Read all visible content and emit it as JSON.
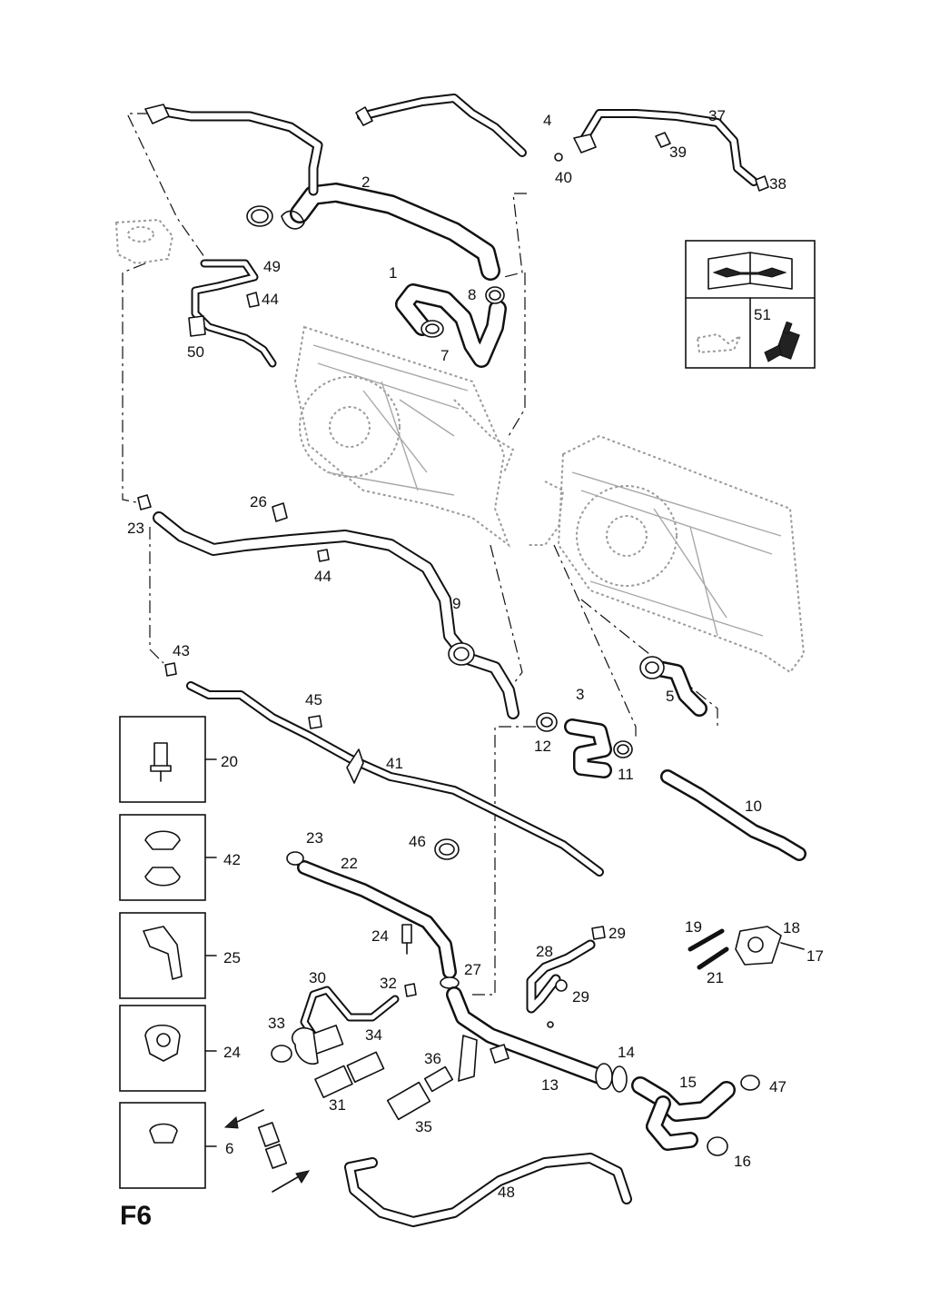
{
  "diagram": {
    "page_code": "F6",
    "labels": [
      {
        "id": "lbl-1",
        "text": "1"
      },
      {
        "id": "lbl-2",
        "text": "2"
      },
      {
        "id": "lbl-3",
        "text": "3"
      },
      {
        "id": "lbl-4",
        "text": "4"
      },
      {
        "id": "lbl-5",
        "text": "5"
      },
      {
        "id": "lbl-6",
        "text": "6"
      },
      {
        "id": "lbl-7",
        "text": "7"
      },
      {
        "id": "lbl-8",
        "text": "8"
      },
      {
        "id": "lbl-9",
        "text": "9"
      },
      {
        "id": "lbl-10",
        "text": "10"
      },
      {
        "id": "lbl-11",
        "text": "11"
      },
      {
        "id": "lbl-12",
        "text": "12"
      },
      {
        "id": "lbl-13",
        "text": "13"
      },
      {
        "id": "lbl-14",
        "text": "14"
      },
      {
        "id": "lbl-15",
        "text": "15"
      },
      {
        "id": "lbl-16",
        "text": "16"
      },
      {
        "id": "lbl-17",
        "text": "17"
      },
      {
        "id": "lbl-18",
        "text": "18"
      },
      {
        "id": "lbl-19",
        "text": "19"
      },
      {
        "id": "lbl-20",
        "text": "20"
      },
      {
        "id": "lbl-21",
        "text": "21"
      },
      {
        "id": "lbl-22",
        "text": "22"
      },
      {
        "id": "lbl-23a",
        "text": "23"
      },
      {
        "id": "lbl-23b",
        "text": "23"
      },
      {
        "id": "lbl-24a",
        "text": "24"
      },
      {
        "id": "lbl-24b",
        "text": "24"
      },
      {
        "id": "lbl-25",
        "text": "25"
      },
      {
        "id": "lbl-26",
        "text": "26"
      },
      {
        "id": "lbl-27",
        "text": "27"
      },
      {
        "id": "lbl-28",
        "text": "28"
      },
      {
        "id": "lbl-29a",
        "text": "29"
      },
      {
        "id": "lbl-29b",
        "text": "29"
      },
      {
        "id": "lbl-30",
        "text": "30"
      },
      {
        "id": "lbl-31",
        "text": "31"
      },
      {
        "id": "lbl-32",
        "text": "32"
      },
      {
        "id": "lbl-33",
        "text": "33"
      },
      {
        "id": "lbl-34",
        "text": "34"
      },
      {
        "id": "lbl-35",
        "text": "35"
      },
      {
        "id": "lbl-36",
        "text": "36"
      },
      {
        "id": "lbl-37",
        "text": "37"
      },
      {
        "id": "lbl-38",
        "text": "38"
      },
      {
        "id": "lbl-39",
        "text": "39"
      },
      {
        "id": "lbl-40",
        "text": "40"
      },
      {
        "id": "lbl-41",
        "text": "41"
      },
      {
        "id": "lbl-42",
        "text": "42"
      },
      {
        "id": "lbl-43",
        "text": "43"
      },
      {
        "id": "lbl-44a",
        "text": "44"
      },
      {
        "id": "lbl-44b",
        "text": "44"
      },
      {
        "id": "lbl-45",
        "text": "45"
      },
      {
        "id": "lbl-46",
        "text": "46"
      },
      {
        "id": "lbl-47",
        "text": "47"
      },
      {
        "id": "lbl-48",
        "text": "48"
      },
      {
        "id": "lbl-49",
        "text": "49"
      },
      {
        "id": "lbl-50",
        "text": "50"
      },
      {
        "id": "lbl-51",
        "text": "51"
      }
    ],
    "icons": [
      "manual-book-wrench-icon",
      "oil-can-icon",
      "coolant-bottle-icon",
      "arrow-left-icon",
      "arrow-right-icon"
    ]
  }
}
